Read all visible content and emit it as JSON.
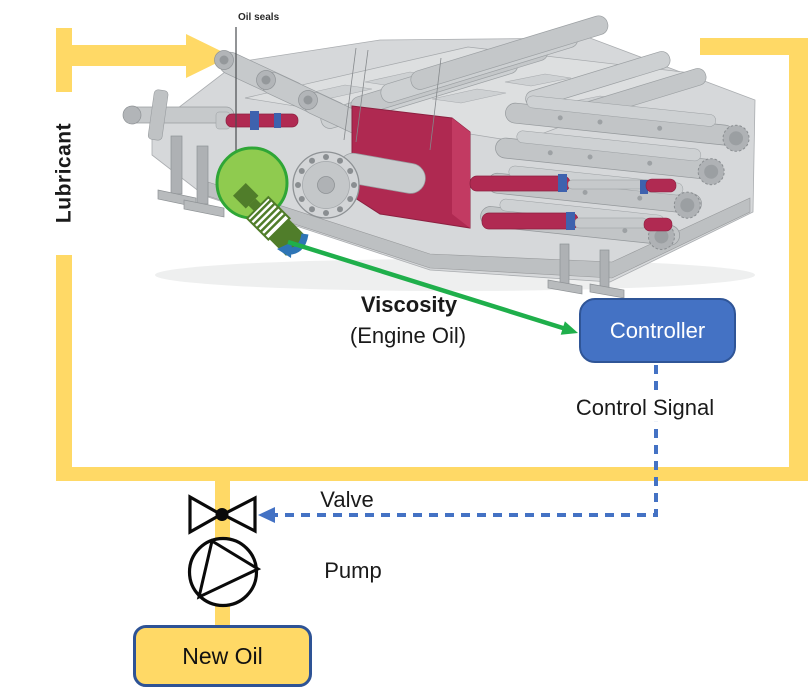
{
  "diagram": {
    "loop_label": "Lubricant",
    "engine": {
      "callout": "Oil seals"
    },
    "sensor": {
      "label": "Viscosity",
      "sublabel": "(Engine Oil)"
    },
    "controller": {
      "label": "Controller"
    },
    "signal": {
      "label": "Control Signal"
    },
    "valve": {
      "label": "Valve"
    },
    "pump": {
      "label": "Pump"
    },
    "supply": {
      "label": "New Oil"
    },
    "icons": {
      "valve": "bowtie-valve-icon",
      "pump": "circle-triangle-pump-icon",
      "sensor": "green-magnifier-probe-icon",
      "flow_arrow": "thick-yellow-arrow-icon"
    },
    "colors": {
      "pipe_yellow": "#FFD966",
      "controller_fill": "#4472C4",
      "controller_border": "#2F5597",
      "new_oil_fill": "#FFD966",
      "new_oil_border": "#2E5395",
      "signal_dashed_blue": "#4472C4",
      "viscosity_arrow_green": "#1FAF4B",
      "sensor_circle_fill": "#8FCB4F",
      "sensor_circle_stroke": "#2FA636",
      "probe_dark_green": "#507D2A",
      "probe_arrow_blue": "#2E75B6",
      "engine_accent_crimson": "#AF2951",
      "symbol_black": "#0a0a0a"
    }
  }
}
